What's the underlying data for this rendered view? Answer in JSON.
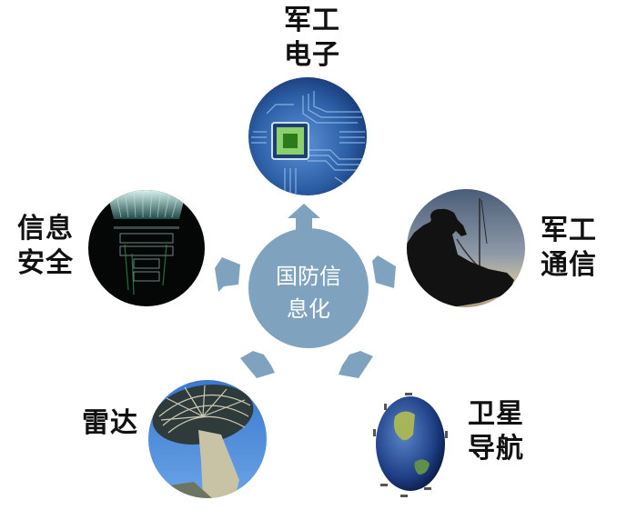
{
  "diagram": {
    "center": {
      "line1": "国防信",
      "line2": "息化",
      "color": "#7fa3bf"
    },
    "arrow_color": "#7fa3bf",
    "nodes": [
      {
        "id": "electronics",
        "line1": "军工",
        "line2": "电子",
        "image": "circuit-chip-icon",
        "position": "top"
      },
      {
        "id": "communication",
        "line1": "军工",
        "line2": "通信",
        "image": "soldier-radio-icon",
        "position": "right"
      },
      {
        "id": "navigation",
        "line1": "卫星",
        "line2": "导航",
        "image": "globe-satellites-icon",
        "position": "bottom-right"
      },
      {
        "id": "radar",
        "line1": "雷达",
        "line2": "",
        "image": "radar-dish-icon",
        "position": "bottom-left"
      },
      {
        "id": "security",
        "line1": "信息",
        "line2": "安全",
        "image": "server-rack-icon",
        "position": "left"
      }
    ]
  }
}
